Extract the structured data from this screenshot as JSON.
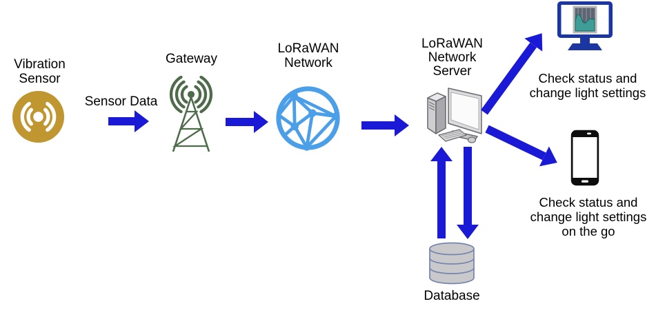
{
  "colors": {
    "background": "#FFFFFF",
    "text": "#000000",
    "arrow_blue": "#1A1AD6",
    "antenna_green": "#4E6B4A",
    "globe_blue": "#4A9FE8",
    "sensor_gold": "#C09631",
    "monitor_navy": "#1B36A0",
    "chart_teal": "#3E9D96",
    "device_black": "#0D0D0D",
    "database_fill": "#C9C9CB",
    "database_stroke": "#7384AE"
  },
  "nodes": {
    "vibration_sensor": {
      "label": "Vibration\nSensor",
      "icon": "vibration-sensor-icon"
    },
    "gateway": {
      "label": "Gateway",
      "icon": "antenna-tower-icon"
    },
    "lorawan_network": {
      "label": "LoRaWAN\nNetwork",
      "icon": "network-globe-icon"
    },
    "lorawan_network_server": {
      "label": "LoRaWAN\nNetwork\nServer",
      "icon": "desktop-computer-icon"
    },
    "desktop_client": {
      "label": "Check status and\nchange light settings",
      "icon": "monitor-chart-icon"
    },
    "mobile_client": {
      "label": "Check status and\nchange light settings\non the go",
      "icon": "smartphone-icon"
    },
    "database": {
      "label": "Database",
      "icon": "database-icon"
    }
  },
  "edges": [
    {
      "from": "vibration_sensor",
      "to": "gateway",
      "label": "Sensor Data",
      "direction": "right"
    },
    {
      "from": "gateway",
      "to": "lorawan_network",
      "label": "",
      "direction": "right"
    },
    {
      "from": "lorawan_network",
      "to": "lorawan_network_server",
      "label": "",
      "direction": "right"
    },
    {
      "from": "lorawan_network_server",
      "to": "desktop_client",
      "label": "",
      "direction": "up-right"
    },
    {
      "from": "lorawan_network_server",
      "to": "mobile_client",
      "label": "",
      "direction": "down-right"
    },
    {
      "from": "database",
      "to": "lorawan_network_server",
      "label": "",
      "direction": "up"
    },
    {
      "from": "lorawan_network_server",
      "to": "database",
      "label": "",
      "direction": "down"
    }
  ]
}
